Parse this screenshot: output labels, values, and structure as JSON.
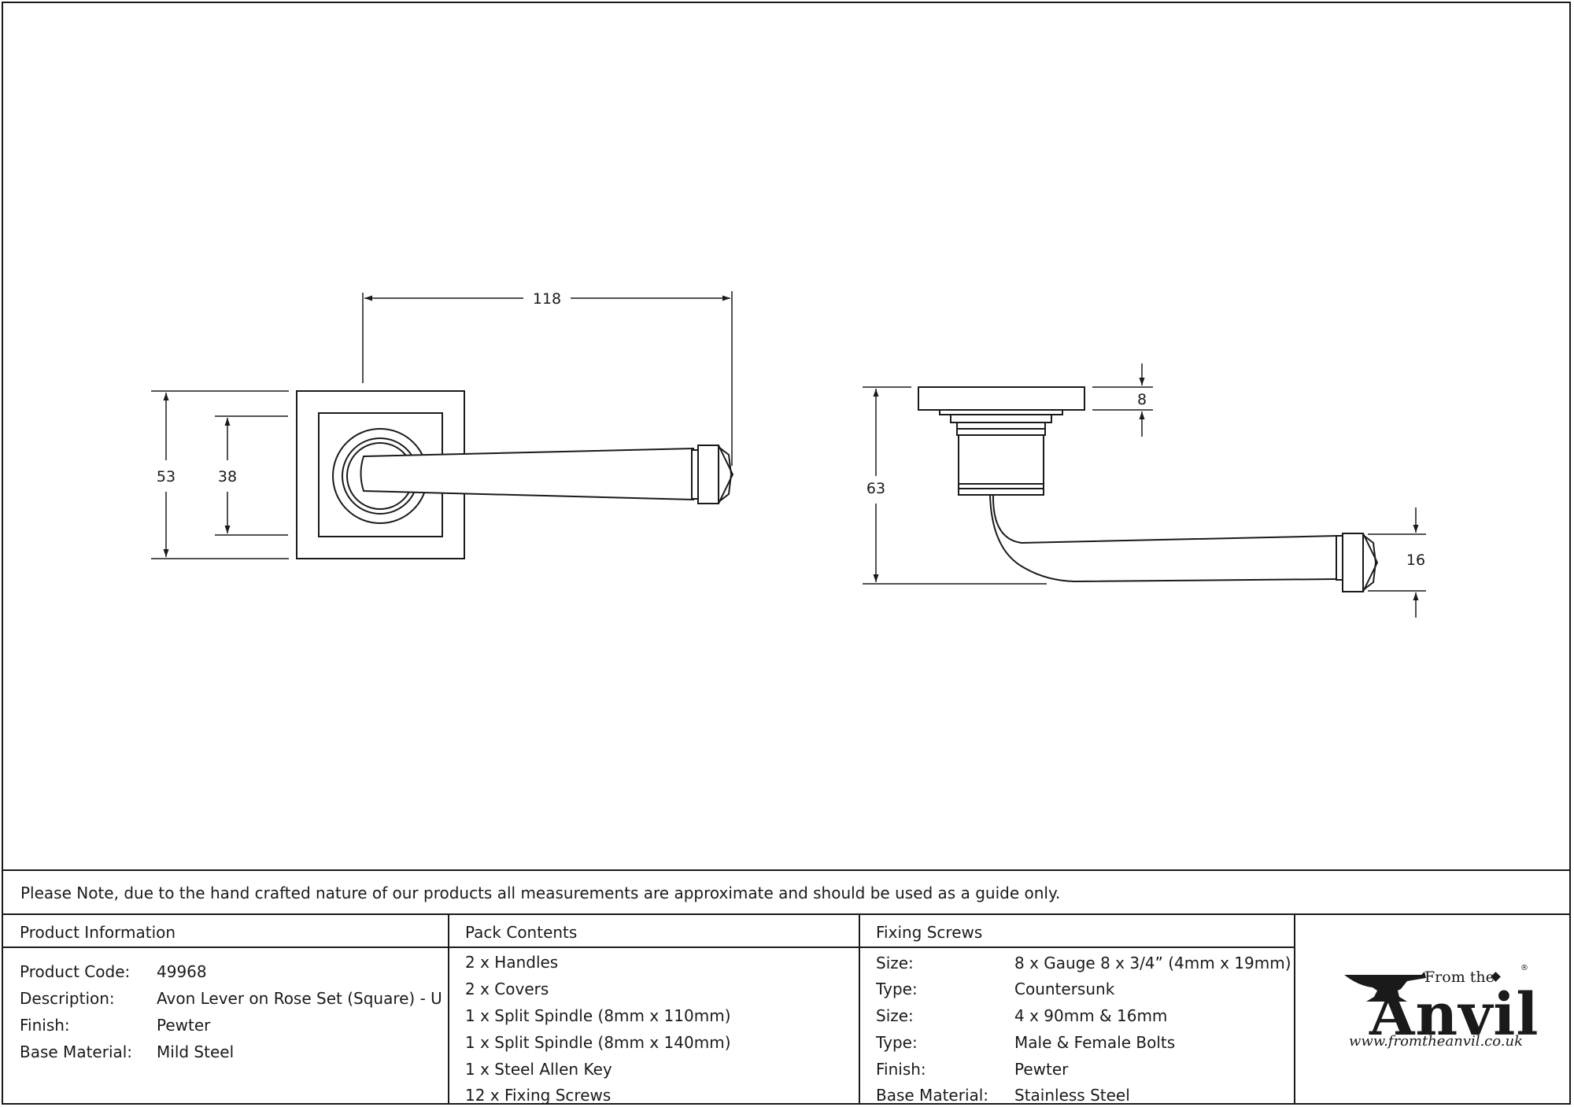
{
  "dimensions": {
    "width_118": "118",
    "height_53": "53",
    "height_38": "38",
    "thickness_8": "8",
    "height_63": "63",
    "height_16": "16"
  },
  "note": "Please Note, due to the hand crafted nature of our products all measurements are approximate and should be used as a guide only.",
  "product_information": {
    "header": "Product Information",
    "rows": [
      {
        "label": "Product Code:",
        "value": "49968"
      },
      {
        "label": "Description:",
        "value": "Avon Lever on Rose Set (Square) - U"
      },
      {
        "label": "Finish:",
        "value": "Pewter"
      },
      {
        "label": "Base Material:",
        "value": "Mild Steel"
      }
    ]
  },
  "pack_contents": {
    "header": "Pack Contents",
    "items": [
      "2 x Handles",
      "2 x Covers",
      "1 x Split Spindle (8mm x 110mm)",
      "1 x Split Spindle (8mm x 140mm)",
      "1 x Steel Allen Key",
      "12 x Fixing Screws"
    ]
  },
  "fixing_screws": {
    "header": "Fixing Screws",
    "rows": [
      {
        "label": "Size:",
        "value": "8 x Gauge 8 x 3/4” (4mm x 19mm)"
      },
      {
        "label": "Type:",
        "value": "Countersunk"
      },
      {
        "label": "Size:",
        "value": "4 x 90mm & 16mm"
      },
      {
        "label": "Type:",
        "value": "Male & Female Bolts"
      },
      {
        "label": "Finish:",
        "value": "Pewter"
      },
      {
        "label": "Base Material:",
        "value": "Stainless Steel"
      }
    ]
  },
  "logo": {
    "from_the": "From the",
    "anvil": "Anvil",
    "registered": "®",
    "url": "www.fromtheanvil.co.uk"
  }
}
